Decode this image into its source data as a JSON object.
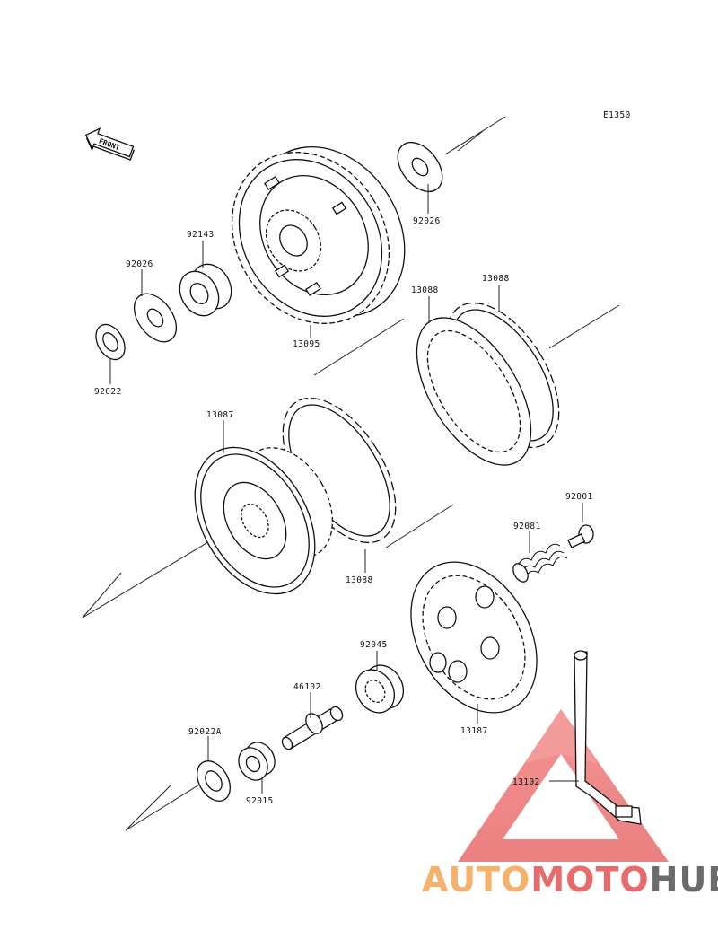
{
  "diagram": {
    "code": "E1350",
    "front_label": "FRONT",
    "parts": [
      {
        "id": "p-92026-top",
        "label": "92026"
      },
      {
        "id": "p-92143",
        "label": "92143"
      },
      {
        "id": "p-92026-left",
        "label": "92026"
      },
      {
        "id": "p-92022",
        "label": "92022"
      },
      {
        "id": "p-13095",
        "label": "13095"
      },
      {
        "id": "p-13088-top-left",
        "label": "13088"
      },
      {
        "id": "p-13088-top-right",
        "label": "13088"
      },
      {
        "id": "p-13087",
        "label": "13087"
      },
      {
        "id": "p-13088-bottom",
        "label": "13088"
      },
      {
        "id": "p-92001",
        "label": "92001"
      },
      {
        "id": "p-92081",
        "label": "92081"
      },
      {
        "id": "p-92045",
        "label": "92045"
      },
      {
        "id": "p-46102",
        "label": "46102"
      },
      {
        "id": "p-13187",
        "label": "13187"
      },
      {
        "id": "p-92022A",
        "label": "92022A"
      },
      {
        "id": "p-92015",
        "label": "92015"
      },
      {
        "id": "p-13102",
        "label": "13102"
      }
    ]
  },
  "watermark": {
    "part1": "AUTO",
    "part2": "MOTO",
    "part3": "HUB",
    "color_auto": "#f6b26b",
    "color_moto": "#e86a6a",
    "color_hub": "#6b6b6b"
  }
}
